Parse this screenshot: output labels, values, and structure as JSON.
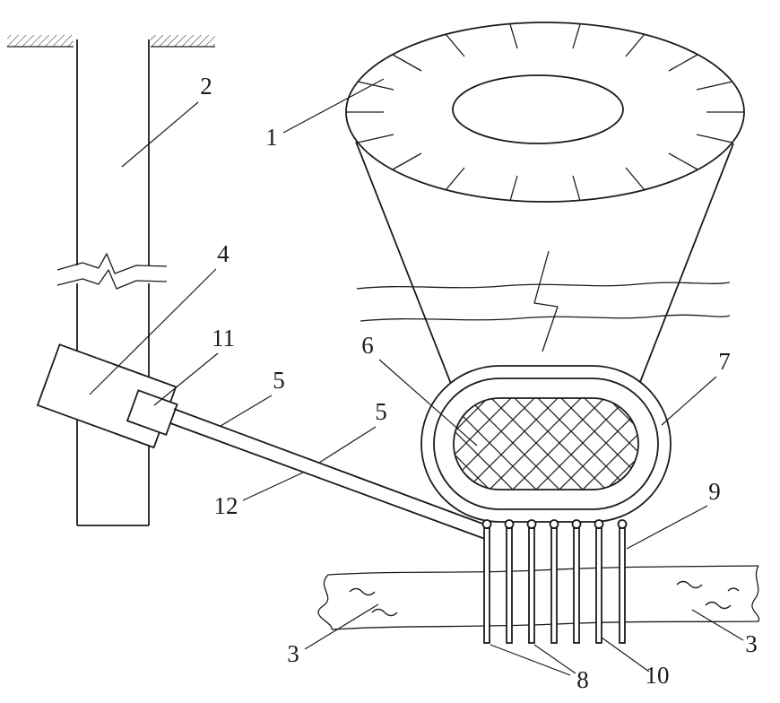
{
  "colors": {
    "line": "#1b1b1b",
    "background": "#ffffff"
  },
  "labels": {
    "l1": "1",
    "l2": "2",
    "l3a": "3",
    "l3b": "3",
    "l4": "4",
    "l5a": "5",
    "l5b": "5",
    "l6": "6",
    "l7": "7",
    "l8": "8",
    "l9": "9",
    "l10": "10",
    "l11": "11",
    "l12": "12"
  }
}
